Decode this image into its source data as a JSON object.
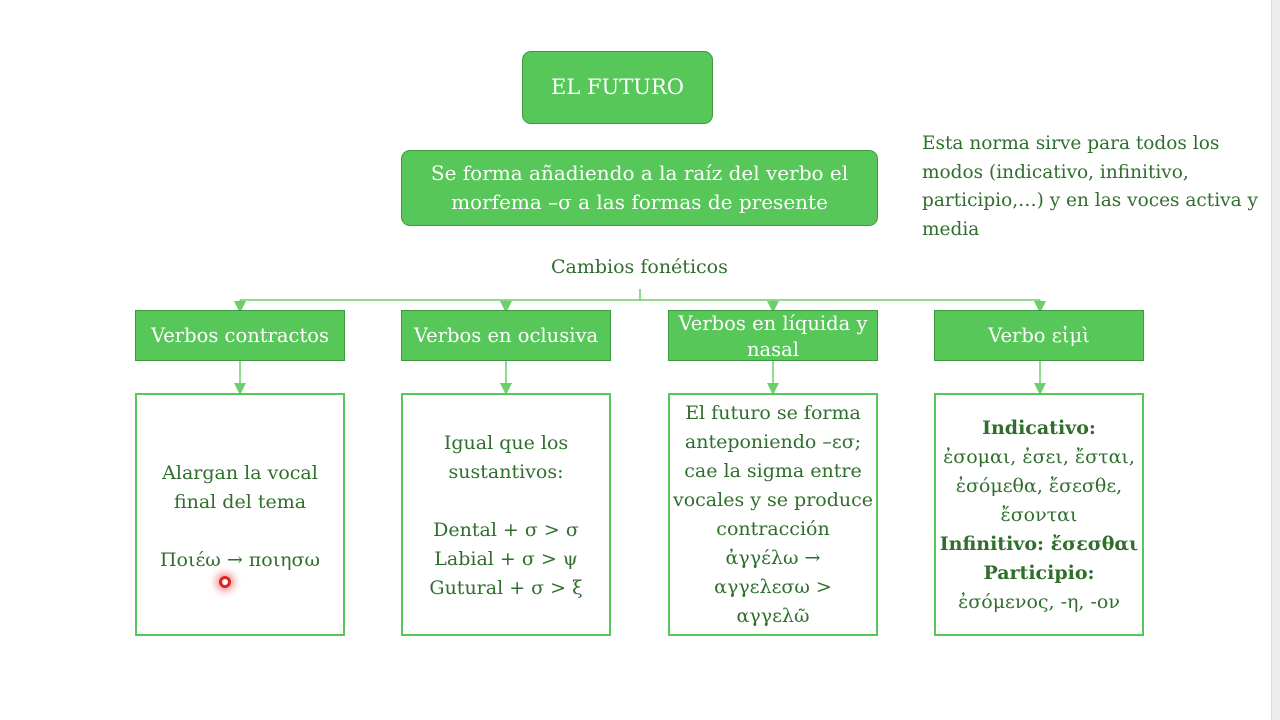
{
  "title": "EL FUTURO",
  "definition": "Se forma añadiendo a la raíz del verbo el morfema –σ a las formas de presente",
  "note": "Esta norma sirve para todos los modos (indicativo, infinitivo, participio,…) y en las voces activa y media",
  "section_label": "Cambios fonéticos",
  "columns": [
    {
      "heading": "Verbos contractos",
      "lines": [
        "Alargan la vocal",
        "final del tema",
        "",
        "Ποιέω → ποιησω"
      ]
    },
    {
      "heading": "Verbos en oclusiva",
      "lines": [
        "Igual que los",
        "sustantivos:",
        "",
        "Dental + σ > σ",
        "Labial + σ > ψ",
        "Gutural + σ > ξ"
      ]
    },
    {
      "heading": "Verbos en líquida y nasal",
      "lines": [
        "El futuro se forma",
        "anteponiendo –εσ;",
        "cae la sigma entre",
        "vocales y se produce",
        "contracción",
        "ἀγγέλω →",
        "αγγελεσω >",
        "αγγελῶ"
      ]
    },
    {
      "heading": "Verbo εἰμὶ",
      "lines": [
        "Indicativo:",
        "ἐσομαι, ἐσει, ἔσται,",
        "ἐσόμεθα, ἔσεσθε,",
        "ἔσονται",
        "Infinitivo: ἔσεσθαι",
        "Participio:",
        "ἐσόμενος, -η, -ον"
      ]
    }
  ],
  "colors": {
    "box_fill": "#58c759",
    "box_border": "#3e9a3f",
    "text_green": "#2f6e2c",
    "connector": "#6ccf6c"
  }
}
